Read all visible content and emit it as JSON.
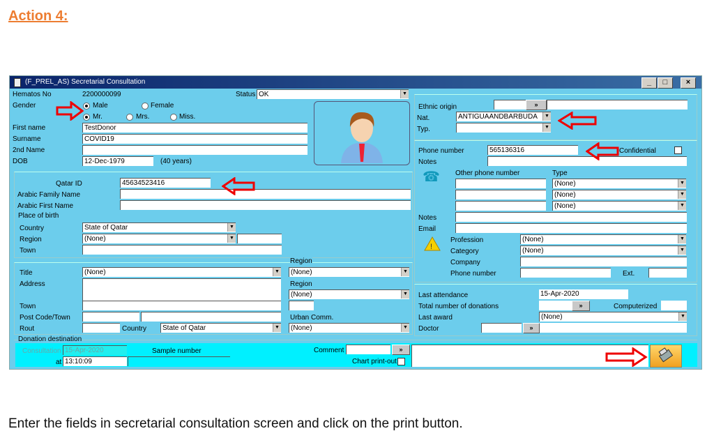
{
  "doc": {
    "heading": "Action 4:",
    "instruction": "Enter the fields in secretarial consultation screen and click on the print button."
  },
  "window": {
    "title": "(F_PREL_AS) Secretarial Consultation",
    "minimize": "_",
    "maximize": "□",
    "close": "×"
  },
  "left": {
    "hematos_label": "Hematos No",
    "hematos_value": "2200000099",
    "status_label": "Status",
    "status_value": "OK",
    "gender_label": "Gender",
    "male": "Male",
    "female": "Female",
    "mr": "Mr.",
    "mrs": "Mrs.",
    "miss": "Miss.",
    "first_name_label": "First name",
    "first_name": "TestDonor",
    "surname_label": "Surname",
    "surname": "COVID19",
    "second_name_label": "2nd Name",
    "dob_label": "DOB",
    "dob": "12-Dec-1979",
    "age": "(40 years)",
    "qatar_id_label": "Qatar ID",
    "qatar_id": "45634523416",
    "arabic_family_label": "Arabic Family Name",
    "arabic_first_label": "Arabic First Name",
    "place_of_birth": "Place of birth",
    "country_label": "Country",
    "country": "State of Qatar",
    "region_label": "Region",
    "region": "(None)",
    "town_label": "Town",
    "title_label": "Title",
    "title": "(None)",
    "address_label": "Address",
    "region2_label": "Region",
    "region2": "(None)",
    "region3_label": "Region",
    "region3": "(None)",
    "town2_label": "Town",
    "postcode_label": "Post Code/Town",
    "urban_label": "Urban Comm.",
    "urban": "(None)",
    "rout_label": "Rout",
    "country2_label": "Country",
    "country2": "State of Qatar",
    "donation_dest": "Donation destination"
  },
  "bottom": {
    "consultation_label": "Consultation",
    "consultation": "15-Apr-2020",
    "sample_label": "Sample number",
    "at_label": "at",
    "time": "13:10:09",
    "comment_label": "Comment",
    "chart_label": "Chart print-out",
    "more": "»"
  },
  "right": {
    "ethnic_label": "Ethnic origin",
    "more": "»",
    "nat_label": "Nat.",
    "nat": "ANTIGUAANDBARBUDA",
    "typ_label": "Typ.",
    "phone_label": "Phone number",
    "phone": "565136316",
    "confidential": "Confidential",
    "notes_label": "Notes",
    "other_phone_label": "Other phone number",
    "type_label": "Type",
    "types": [
      "(None)",
      "(None)",
      "(None)"
    ],
    "notes2_label": "Notes",
    "email_label": "Email",
    "profession_label": "Profession",
    "profession": "(None)",
    "category_label": "Category",
    "category": "(None)",
    "company_label": "Company",
    "phone2_label": "Phone number",
    "ext_label": "Ext.",
    "last_att_label": "Last attendance",
    "last_att": "15-Apr-2020",
    "total_label": "Total number of donations",
    "computerized_label": "Computerized",
    "award_label": "Last award",
    "award": "(None)",
    "doctor_label": "Doctor"
  },
  "colors": {
    "panel": "#6ccdec",
    "strip": "#00f0ff",
    "arrow": "#e00000",
    "heading": "#ed7d31"
  }
}
